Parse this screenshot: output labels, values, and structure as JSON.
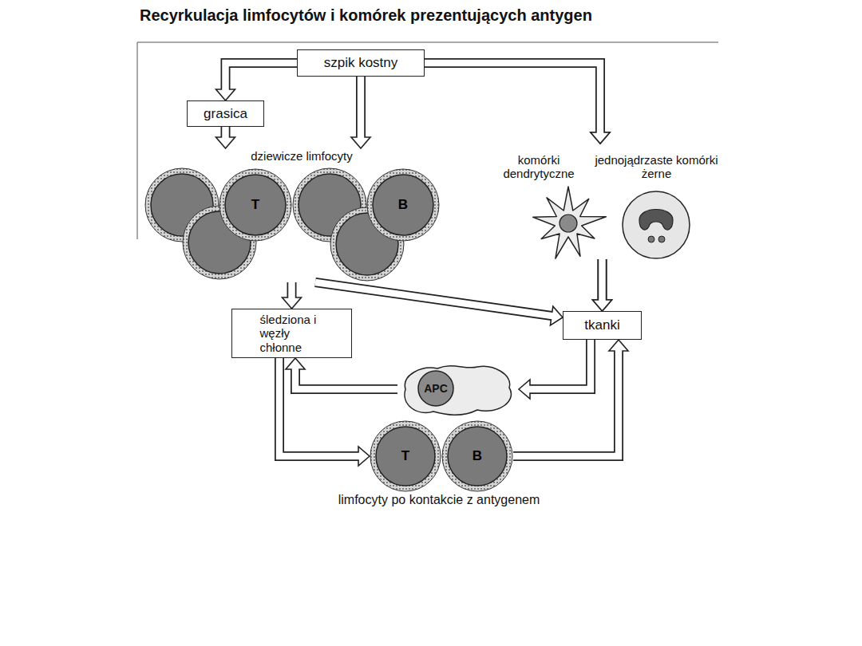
{
  "diagram": {
    "title": "Recyrkulacja limfocytów i komórek prezentujących antygen",
    "nodes": [
      {
        "text": [
          "szpik kostny"
        ]
      },
      {
        "text": [
          "grasica"
        ]
      },
      {
        "text": [
          "dziewicze limfocyty"
        ]
      },
      {
        "text": [
          "T"
        ],
        "in": 2
      },
      {
        "text": [
          "B"
        ],
        "in": 2
      },
      {
        "text": [
          "komórki dendrytyczne"
        ]
      },
      {
        "text": [
          "jednojądrzaste komórki żerne"
        ]
      },
      {
        "text": [
          "śledziona i węzły chłonne"
        ]
      },
      {
        "text": [
          "tkanki"
        ]
      },
      {
        "text": [
          "APC"
        ]
      },
      {
        "text": [
          "limfocyty po kontakcie z antygenem"
        ]
      },
      {
        "text": [
          "T"
        ],
        "in": 10
      },
      {
        "text": [
          "B"
        ],
        "in": 10
      }
    ],
    "edges": [
      {
        "from": 0,
        "to": 1,
        "arrow": "to"
      },
      {
        "from": 0,
        "to": 2,
        "arrow": "to"
      },
      {
        "from": 1,
        "to": 2,
        "arrow": "to"
      },
      {
        "from": 0,
        "to": 5,
        "arrow": "to"
      },
      {
        "from": 0,
        "to": 6,
        "arrow": "to"
      },
      {
        "from": 2,
        "to": 7,
        "arrow": "to"
      },
      {
        "from": 2,
        "to": 8,
        "arrow": "to"
      },
      {
        "from": 5,
        "to": 8,
        "arrow": "to"
      },
      {
        "from": 6,
        "to": 8,
        "arrow": "to"
      },
      {
        "from": 8,
        "to": 9,
        "arrow": "to"
      },
      {
        "from": 9,
        "to": 7,
        "arrow": "to"
      },
      {
        "from": 7,
        "to": 11,
        "arrow": "to"
      },
      {
        "from": 12,
        "to": 8,
        "arrow": "to"
      }
    ]
  }
}
